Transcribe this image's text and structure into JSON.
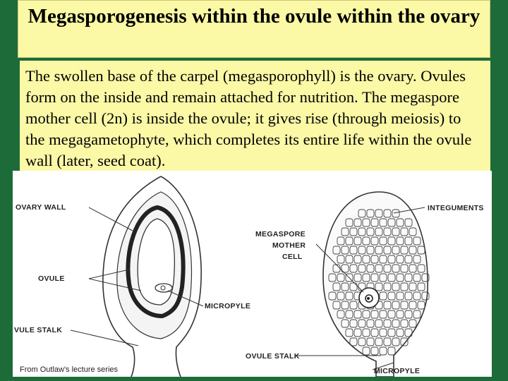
{
  "slide": {
    "title": "Megasporogenesis within the ovule within the ovary",
    "body": "The swollen base of the carpel (megasporophyll) is the ovary. Ovules form on the inside and remain attached for nutrition.  The megaspore mother cell (2n) is inside the ovule; it gives rise (through meiosis) to the megagametophyte, which completes its entire life within the ovule wall (later, seed coat)."
  },
  "figure": {
    "left_labels": {
      "ovary_wall": "OVARY WALL",
      "ovule": "OVULE",
      "micropyle": "MICROPYLE",
      "ovule_stalk": "VULE STALK"
    },
    "right_labels": {
      "integuments": "INTEGUMENTS",
      "megaspore_mother_cell": [
        "MEGASPORE",
        "MOTHER",
        "CELL"
      ],
      "ovule_stalk": "OVULE STALK",
      "micropyle": "MICROPYLE"
    },
    "credit": "From Outlaw's lecture series"
  }
}
